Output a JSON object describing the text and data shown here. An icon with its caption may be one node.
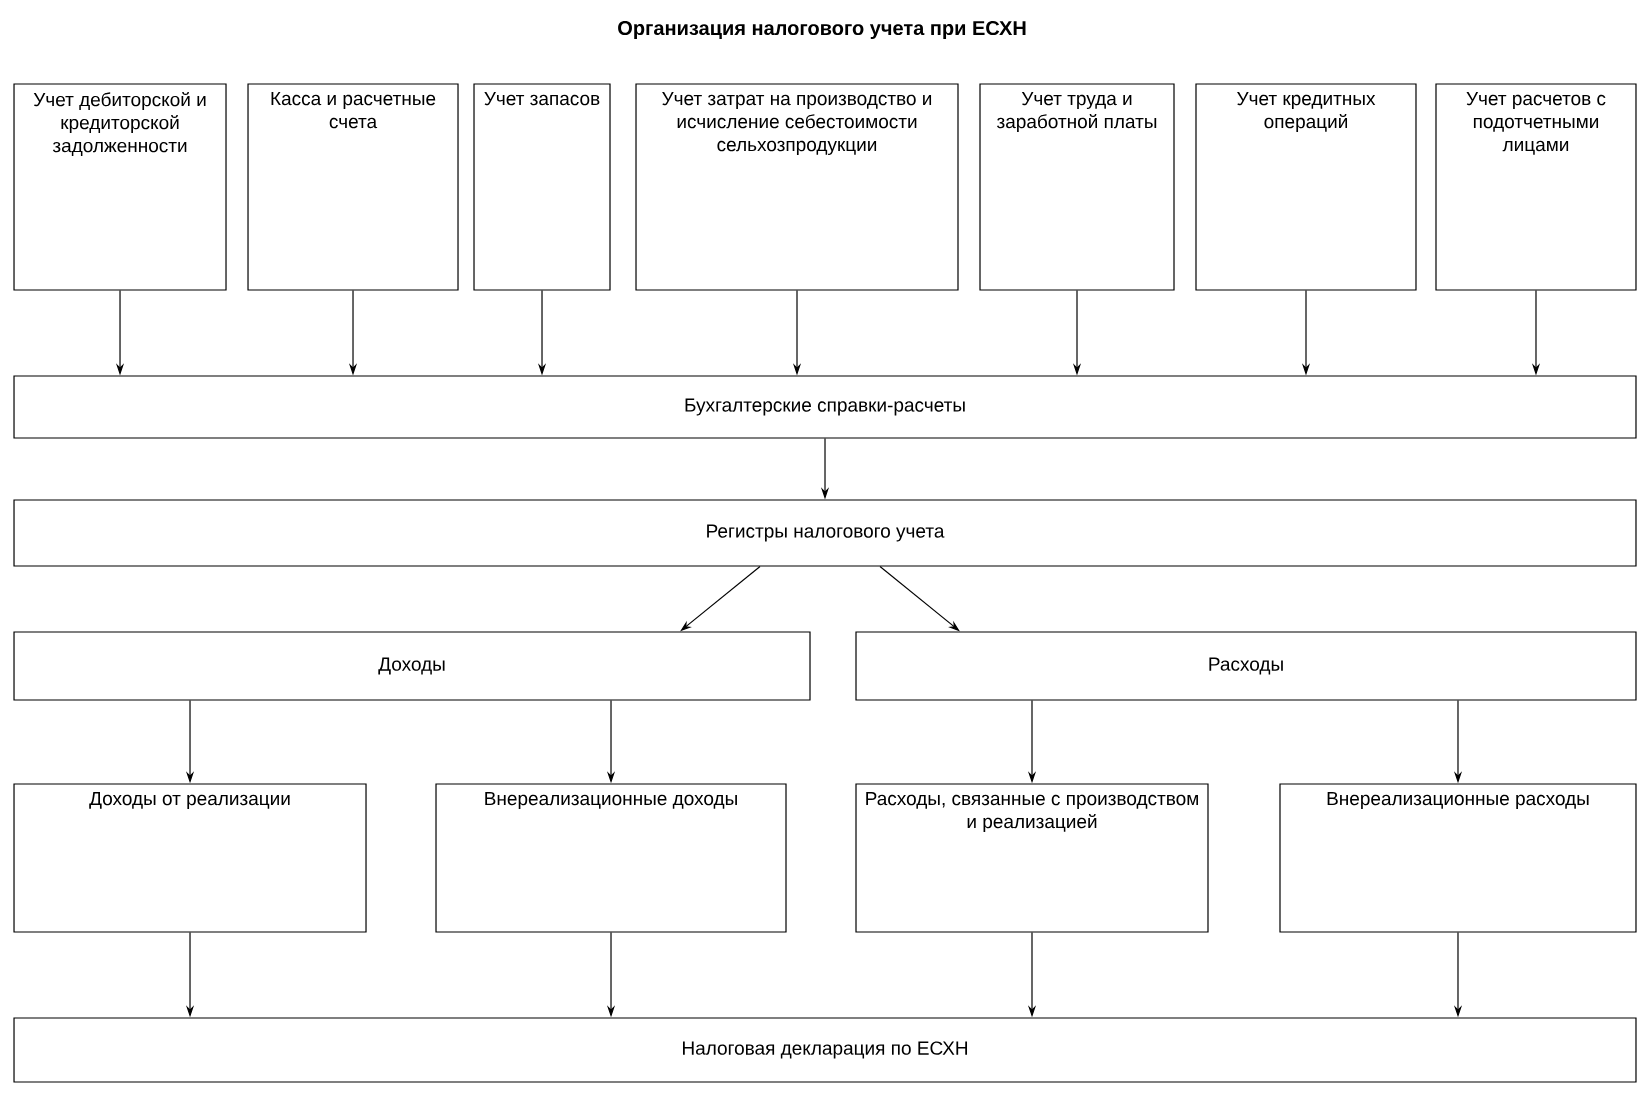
{
  "diagram": {
    "title": "Организация налогового учета при ЕСХН",
    "nodes": [
      {
        "text": [
          "Учет дебиторской и кредиторской задолженности"
        ]
      },
      {
        "text": [
          "Касса и расчетные счета"
        ]
      },
      {
        "text": [
          "Учет запасов"
        ]
      },
      {
        "text": [
          "Учет затрат на производство и исчисление себестоимости сельхозпродукции"
        ]
      },
      {
        "text": [
          "Учет труда и заработной платы"
        ]
      },
      {
        "text": [
          "Учет кредитных операций"
        ]
      },
      {
        "text": [
          "Учет расчетов с подотчетными лицами"
        ]
      },
      {
        "text": [
          "Бухгалтерские справки-расчеты"
        ]
      },
      {
        "text": [
          "Регистры налогового учета"
        ]
      },
      {
        "text": [
          "Доходы"
        ]
      },
      {
        "text": [
          "Расходы"
        ]
      },
      {
        "text": [
          "Доходы от реализации"
        ]
      },
      {
        "text": [
          "Внереализационные доходы"
        ]
      },
      {
        "text": [
          "Расходы, связанные с производством и реализацией"
        ]
      },
      {
        "text": [
          "Внереализационные расходы"
        ]
      },
      {
        "text": [
          "Налоговая декларация по ЕСХН"
        ]
      }
    ],
    "edges": [
      {
        "from": 0,
        "to": 7,
        "arrow": "to"
      },
      {
        "from": 1,
        "to": 7,
        "arrow": "to"
      },
      {
        "from": 2,
        "to": 7,
        "arrow": "to"
      },
      {
        "from": 3,
        "to": 7,
        "arrow": "to"
      },
      {
        "from": 4,
        "to": 7,
        "arrow": "to"
      },
      {
        "from": 5,
        "to": 7,
        "arrow": "to"
      },
      {
        "from": 6,
        "to": 7,
        "arrow": "to"
      },
      {
        "from": 7,
        "to": 8,
        "arrow": "to"
      },
      {
        "from": 8,
        "to": 9,
        "arrow": "to"
      },
      {
        "from": 8,
        "to": 10,
        "arrow": "to"
      },
      {
        "from": 9,
        "to": 11,
        "arrow": "to"
      },
      {
        "from": 9,
        "to": 12,
        "arrow": "to"
      },
      {
        "from": 10,
        "to": 13,
        "arrow": "to"
      },
      {
        "from": 10,
        "to": 14,
        "arrow": "to"
      },
      {
        "from": 11,
        "to": 15,
        "arrow": "to"
      },
      {
        "from": 12,
        "to": 15,
        "arrow": "to"
      },
      {
        "from": 13,
        "to": 15,
        "arrow": "to"
      },
      {
        "from": 14,
        "to": 15,
        "arrow": "to"
      }
    ]
  }
}
